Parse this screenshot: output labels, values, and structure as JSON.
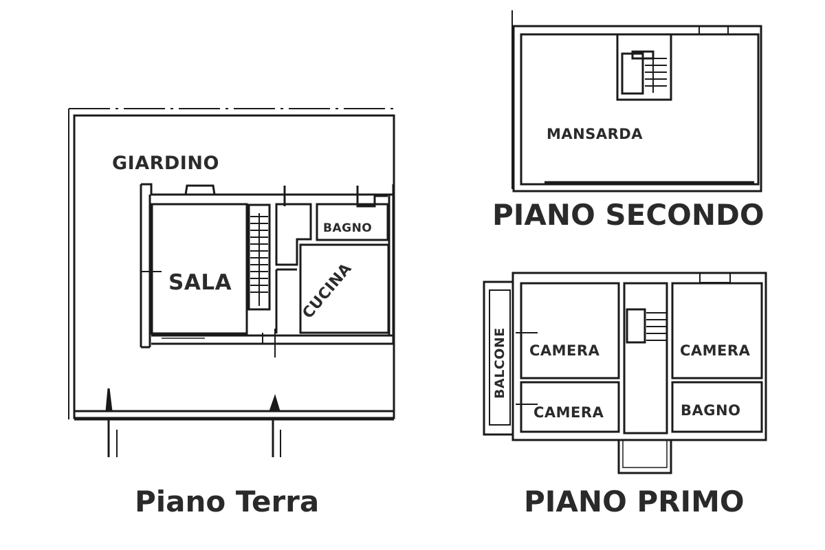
{
  "floors": {
    "ground": {
      "title": "Piano Terra",
      "rooms": {
        "garden": "GIARDINO",
        "living": "SALA",
        "bathroom": "BAGNO",
        "kitchen": "CUCINA"
      }
    },
    "first": {
      "title": "PIANO PRIMO",
      "rooms": {
        "balcony": "BALCONE",
        "bedroom_1": "CAMERA",
        "bedroom_2": "CAMERA",
        "bedroom_3": "CAMERA",
        "bathroom": "BAGNO"
      }
    },
    "second": {
      "title": "PIANO SECONDO",
      "rooms": {
        "attic": "MANSARDA"
      }
    }
  },
  "colors": {
    "line": "#1a1a1a",
    "text": "#2b2b2b",
    "background": "#ffffff"
  }
}
